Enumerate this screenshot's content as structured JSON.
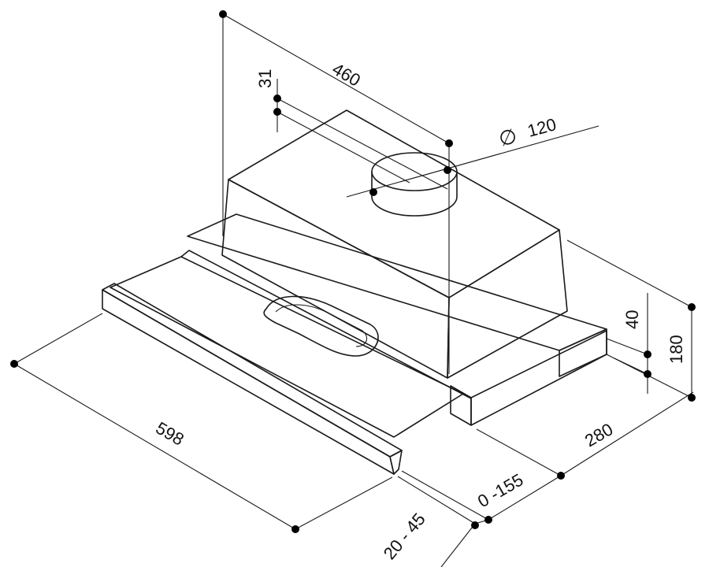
{
  "drawing": {
    "line_color": "#1a1a1a",
    "fill_top": "#f3f3f3",
    "fill_front": "#ebebeb",
    "fill_side": "#dedede",
    "fill_trim": "#d6d6d6"
  },
  "dimensions": {
    "height_total": "460",
    "offset_top": "31",
    "duct_diameter_symbol": "∅",
    "duct_diameter": "120",
    "depth_upper": "40",
    "height_overall": "180",
    "depth": "280",
    "slide_travel": "0 -155",
    "front_trim": "20 - 45",
    "width": "598"
  }
}
